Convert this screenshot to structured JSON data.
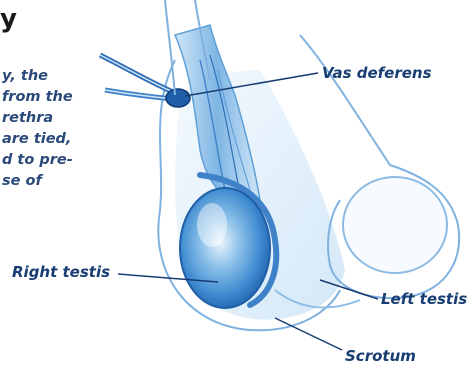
{
  "heading": "y",
  "caption_lines": [
    "y, the",
    "from the",
    "rethra",
    "are tied,",
    "d to pre-",
    "se of"
  ],
  "labels": {
    "vas_deferens": "Vas deferens",
    "right_testis": "Right testis",
    "left_testis": "Left testis",
    "scrotum": "Scrotum"
  }
}
